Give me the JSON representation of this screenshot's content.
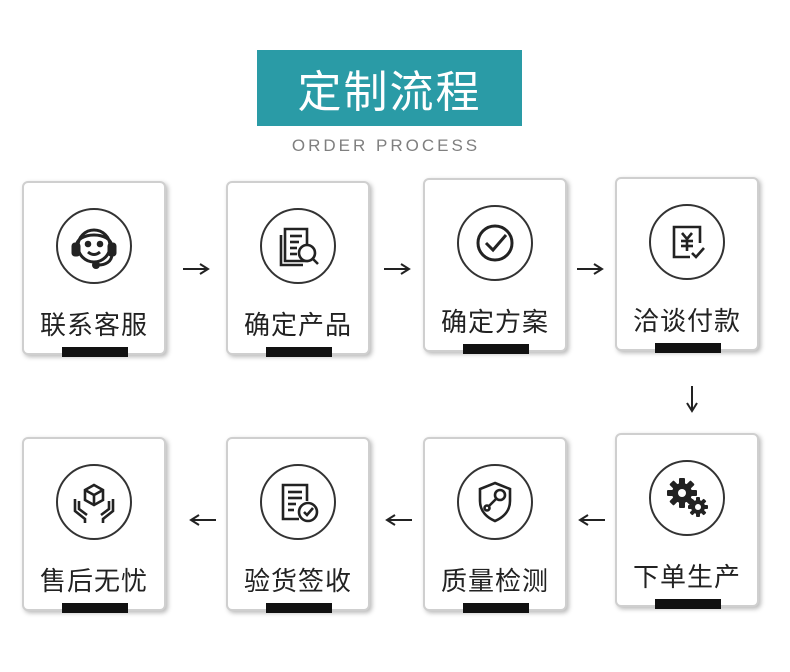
{
  "header": {
    "title": "定制流程",
    "subtitle": "ORDER PROCESS"
  },
  "colors": {
    "accent": "#2a9ba6",
    "card_border": "#cfcfcf",
    "text": "#222222",
    "underline": "#111111"
  },
  "steps": [
    {
      "label": "联系客服",
      "icon": "headset-icon"
    },
    {
      "label": "确定产品",
      "icon": "document-search-icon"
    },
    {
      "label": "确定方案",
      "icon": "checkmark-icon"
    },
    {
      "label": "洽谈付款",
      "icon": "yen-payment-icon"
    },
    {
      "label": "下单生产",
      "icon": "gears-icon"
    },
    {
      "label": "质量检测",
      "icon": "shield-wrench-icon"
    },
    {
      "label": "验货签收",
      "icon": "document-check-icon"
    },
    {
      "label": "售后无忧",
      "icon": "hands-box-icon"
    }
  ]
}
